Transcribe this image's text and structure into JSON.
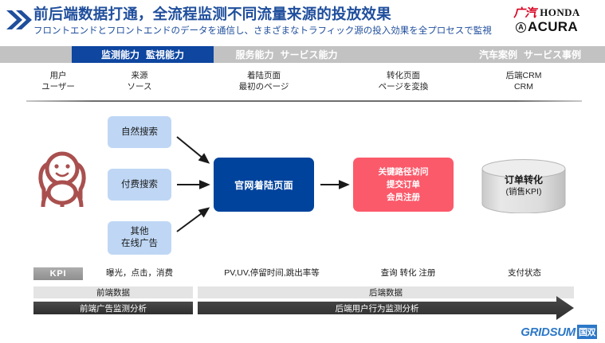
{
  "header": {
    "title_main": "前后端数据打通，全流程监测不同流量来源的投放效果",
    "title_sub": "フロントエンドとフロントエンドのデータを通信し、さまざまなトラフィック源の投入効果を全プロセスで監視",
    "chevron_icon": "double-chevron-right-icon",
    "brand": {
      "guangqi": "广汽",
      "honda": "HONDA",
      "a_mark": "A",
      "acura": "ACURA"
    }
  },
  "tabs": [
    {
      "cn": "监测能力",
      "jp": "監視能力",
      "active": true
    },
    {
      "cn": "服务能力",
      "jp": "サービス能力",
      "active": false
    },
    {
      "cn": "汽车案例",
      "jp": "サービス事例",
      "active": false
    }
  ],
  "columns": [
    {
      "cn": "用户",
      "jp": "ユーザー"
    },
    {
      "cn": "来源",
      "jp": "ソース"
    },
    {
      "cn": "着陆页面",
      "jp": "最初のページ"
    },
    {
      "cn": "转化页面",
      "jp": "ページを変換"
    },
    {
      "cn": "后端CRM",
      "jp": "CRM"
    }
  ],
  "diagram": {
    "person_icon": "user-person-icon",
    "sources": [
      {
        "lines": [
          "自然搜索"
        ]
      },
      {
        "lines": [
          "付费搜索"
        ]
      },
      {
        "lines": [
          "其他",
          "在线广告"
        ]
      }
    ],
    "landing_page": "官网着陆页面",
    "conversion": [
      "关键路径访问",
      "提交订单",
      "会员注册"
    ],
    "crm_cylinder": {
      "line1": "订单转化",
      "line2": "(销售KPI)"
    }
  },
  "kpi": {
    "badge": "KPI",
    "items": [
      "曝光，点击，消费",
      "PV,UV,停留时间,跳出率等",
      "查询 转化 注册",
      "支付状态"
    ],
    "bands": [
      "前端数据",
      "后端数据"
    ],
    "bars": [
      "前端广告监测分析",
      "后端用户行为监测分析"
    ]
  },
  "footer": {
    "logo_text": "GRIDSUM",
    "logo_cn": "国双"
  },
  "colors": {
    "title_blue": "#1F4E9C",
    "tab_active": "#0E46A0",
    "tab_bar_bg": "#C2C2C2",
    "navy_box": "#00439C",
    "red_box": "#FB5A6B",
    "source_box": "#BFD7F5",
    "band_gray": "#E4E4E4",
    "bar_dark": "#3A3A3A",
    "brand_red": "#D8001F",
    "person_icon": "#A9504F",
    "footer_blue": "#2C78C8"
  }
}
